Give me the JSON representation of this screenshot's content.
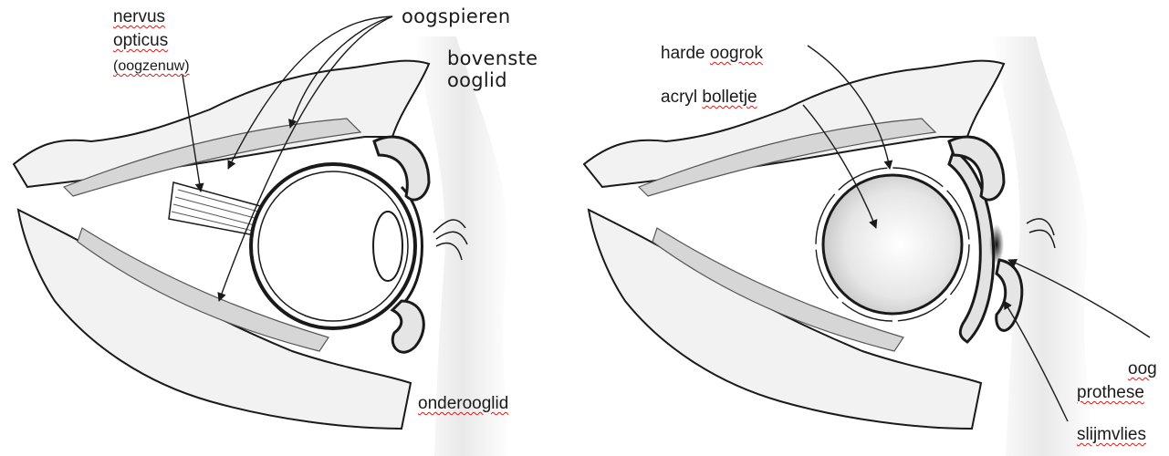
{
  "left_panel": {
    "labels": {
      "nervus": "nervus",
      "opticus": "opticus",
      "oogzenuw": "(oogzenuw)",
      "oogspieren": "oogspieren",
      "bovenste": "bovenste",
      "ooglid": "ooglid",
      "onderooglid": "onderooglid"
    }
  },
  "right_panel": {
    "labels": {
      "harde": "harde",
      "oogrok": "oogrok",
      "acryl": "acryl",
      "bolletje": "bolletje",
      "oog": "oog",
      "prothese": "prothese",
      "slijmvlies": "slijmvlies"
    }
  },
  "colors": {
    "ink": "#1a1a1a",
    "bone_fill": "#f2f2f2",
    "muscle_fill": "#d6d6d6",
    "skin_shade": "#e8e8e8",
    "spellcheck": "#d21c1c"
  }
}
